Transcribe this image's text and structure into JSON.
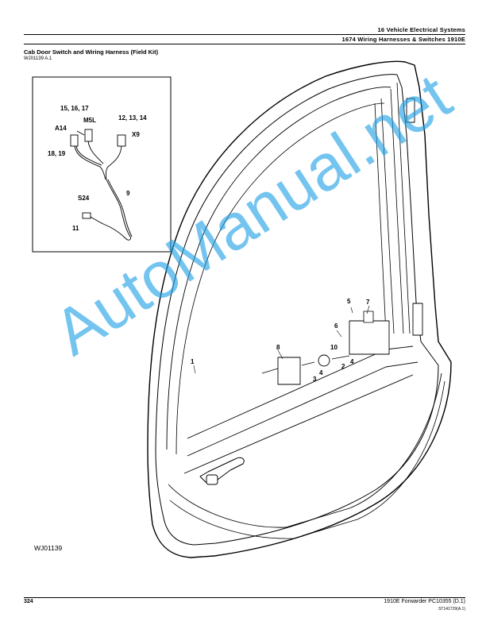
{
  "header": {
    "section": "16 Vehicle Electrical Systems",
    "subsection": "1674 Wiring Harnesses & Switches 1910E"
  },
  "title": "Cab Door Switch and Wiring Harness (Field Kit)",
  "figure_ref": "WJ01139 A.1",
  "inset_callouts": {
    "c15_16_17": "15, 16, 17",
    "m5l": "M5L",
    "c12_13_14": "12, 13, 14",
    "a14": "A14",
    "x9": "X9",
    "c18_19": "18, 19",
    "s24": "S24",
    "c9": "9",
    "c11": "11"
  },
  "callouts": {
    "c1": "1",
    "c2": "2",
    "c3": "3",
    "c4a": "4",
    "c4b": "4",
    "c5": "5",
    "c6": "6",
    "c7": "7",
    "c8": "8",
    "c10": "10"
  },
  "figure_id": "WJ01139",
  "watermark": "AutoManual.net",
  "footer": {
    "page": "324",
    "doc": "1910E Forwarder   PC10355   (D.1)",
    "code": "ST141729(A.1)"
  }
}
